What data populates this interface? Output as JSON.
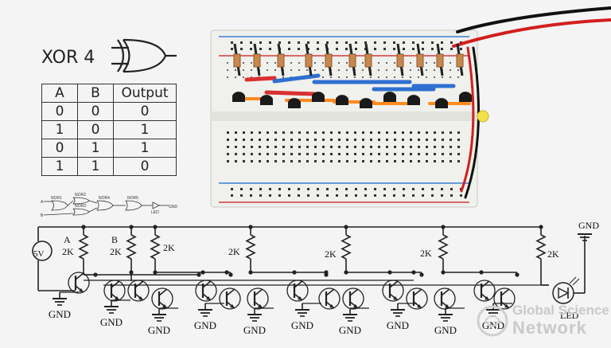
{
  "gate_title": "XOR 4",
  "truth_table": {
    "headers": [
      "A",
      "B",
      "Output"
    ],
    "rows": [
      [
        "0",
        "0",
        "0"
      ],
      [
        "1",
        "0",
        "1"
      ],
      [
        "0",
        "1",
        "1"
      ],
      [
        "1",
        "1",
        "0"
      ]
    ]
  },
  "mini_diagram": {
    "labels": [
      "NOR1",
      "NOR2",
      "NOR3",
      "NOR4",
      "NOR5",
      "LED",
      "GND",
      "A",
      "B"
    ]
  },
  "schematic": {
    "supply_label": "5V",
    "input_a": "A",
    "input_b": "B",
    "resistor_label": "2K",
    "ground_label": "GND",
    "led_label": "LED"
  },
  "watermark": {
    "line1": "Global Science",
    "line2": "Network"
  }
}
